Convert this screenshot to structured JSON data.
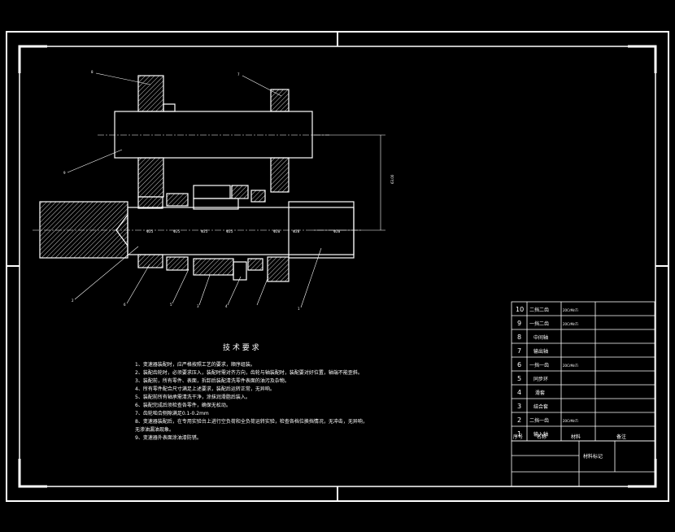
{
  "title": "技 术 要 求",
  "notes": [
    "1、变速器装配时，应严格按照工艺的要求，顺序组装。",
    "2、装配齿轮时，必须要求压入，装配时需对齐方向，齿轮与轴装配时，装配要对好位置，轴端不能歪斜。",
    "3、装配前，所有零件、表面，拆卸后装配清洗零件表面的油污及杂物。",
    "4、所有零件配合尺寸满足上述要求，装配后运转正常，无异响。",
    "5、装配前所有轴承需清洗干净，涂抹润滑脂后装入。",
    "6、装配完成后须检查各零件，确保无松动。",
    "7、齿轮啮合侧隙满足0.1-0.2mm",
    "8、变速器装配后，在专用实验台上进行空负荷和全负荷运转实验，检查各档位换挡情况，无冲击，无异响，",
    "   无渗油漏油现象。",
    "9、变速器外表面涂油漆防锈。"
  ],
  "dimension_label": "63.00",
  "fit_labels": [
    "Φ25",
    "Φ25",
    "Φ25",
    "Φ28",
    "Φ28",
    "Φ25",
    "Φ28"
  ],
  "leader_numbers": [
    "8",
    "7",
    "9",
    "2",
    "6",
    "5",
    "3",
    "4",
    "1"
  ],
  "bom": [
    {
      "no": "10",
      "name": "二挡二齿",
      "material": "20CrMnTi"
    },
    {
      "no": "9",
      "name": "一挡二齿",
      "material": "20CrMnTi"
    },
    {
      "no": "8",
      "name": "中间轴",
      "material": ""
    },
    {
      "no": "7",
      "name": "输出轴",
      "material": ""
    },
    {
      "no": "6",
      "name": "一挡一齿",
      "material": "20CrMnTi"
    },
    {
      "no": "5",
      "name": "同步环",
      "material": ""
    },
    {
      "no": "4",
      "name": "滑套",
      "material": ""
    },
    {
      "no": "3",
      "name": "结合套",
      "material": ""
    },
    {
      "no": "2",
      "name": "二挡一齿",
      "material": "20CrMnTi"
    },
    {
      "no": "1",
      "name": "输入轴",
      "material": ""
    }
  ],
  "bom_header": {
    "no": "序号",
    "name": "名称",
    "material": "材料",
    "remark": "备注"
  },
  "title_block": {
    "material_label": "材料标记"
  }
}
